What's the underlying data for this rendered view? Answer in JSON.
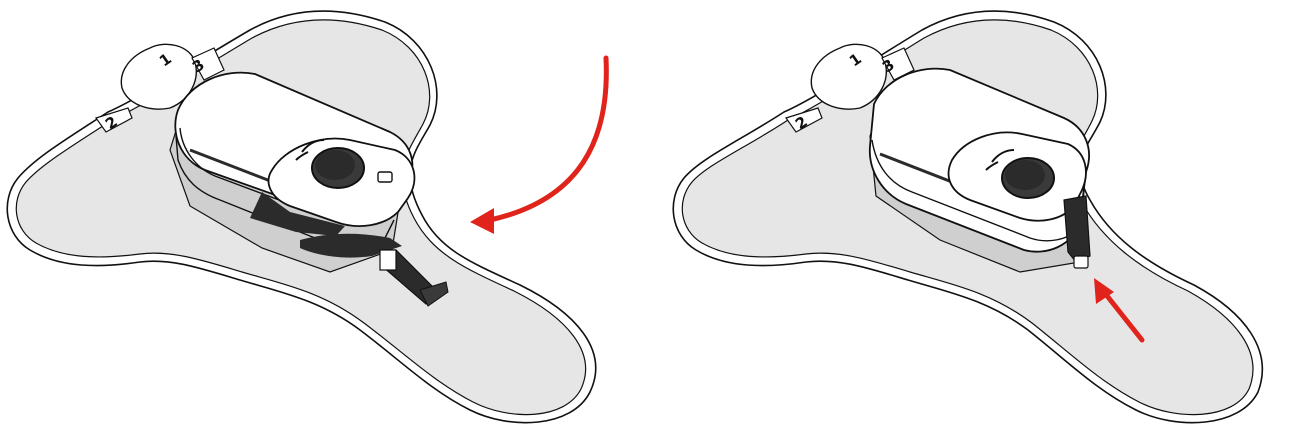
{
  "steps": [
    {
      "tab_labels": [
        "1",
        "2",
        "3"
      ],
      "arrow": "curved-arrow",
      "clip_state": "open"
    },
    {
      "tab_labels": [
        "1",
        "2",
        "3"
      ],
      "arrow": "straight-arrow",
      "clip_state": "closed"
    }
  ],
  "colors": {
    "patch_fill": "#e6e6e6",
    "outline": "#111111",
    "device_body": "#ffffff",
    "device_dark": "#2b2b2b",
    "arrow": "#e0241b"
  }
}
